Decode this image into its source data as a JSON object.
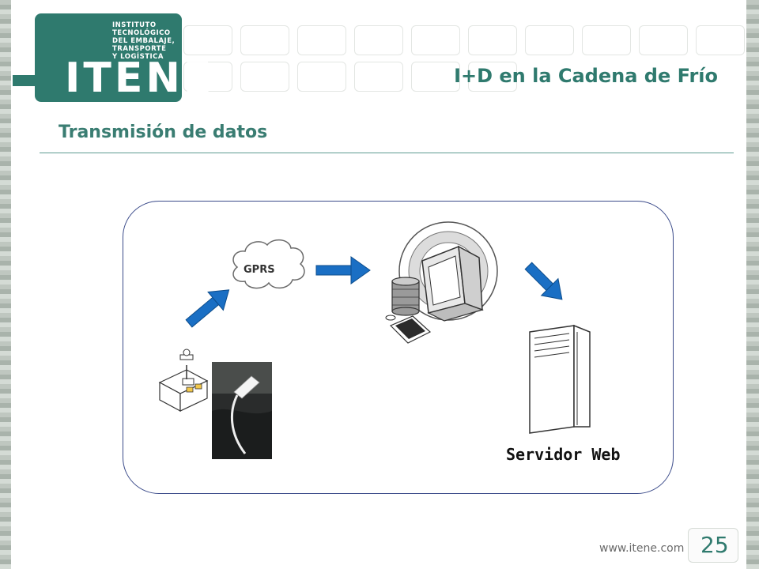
{
  "logo": {
    "lines": [
      "INSTITUTO",
      "TECNOLÓGICO",
      "DEL EMBALAJE,",
      "TRANSPORTE",
      "Y LOGÍSTICA"
    ],
    "word": "ITENE",
    "color": "#2f7a6e"
  },
  "slide_title": "I+D en la Cadena de Frío",
  "section_title": "Transmisión de datos",
  "diagram": {
    "cloud_label": "GPRS",
    "server_label": "Servidor Web",
    "arrow_color": "#1a6fc4",
    "frame_color": "#3b4b8a",
    "nodes": [
      {
        "name": "sensor-device",
        "icon": "data-logger-icon"
      },
      {
        "name": "gprs-modem-photo",
        "icon": "usb-modem-photo"
      },
      {
        "name": "gprs-cloud",
        "icon": "cloud-icon"
      },
      {
        "name": "workstation",
        "icon": "computer-icon"
      },
      {
        "name": "web-server",
        "icon": "server-tower-icon"
      }
    ]
  },
  "footer": {
    "url": "www.itene.com",
    "page_number": "25"
  }
}
